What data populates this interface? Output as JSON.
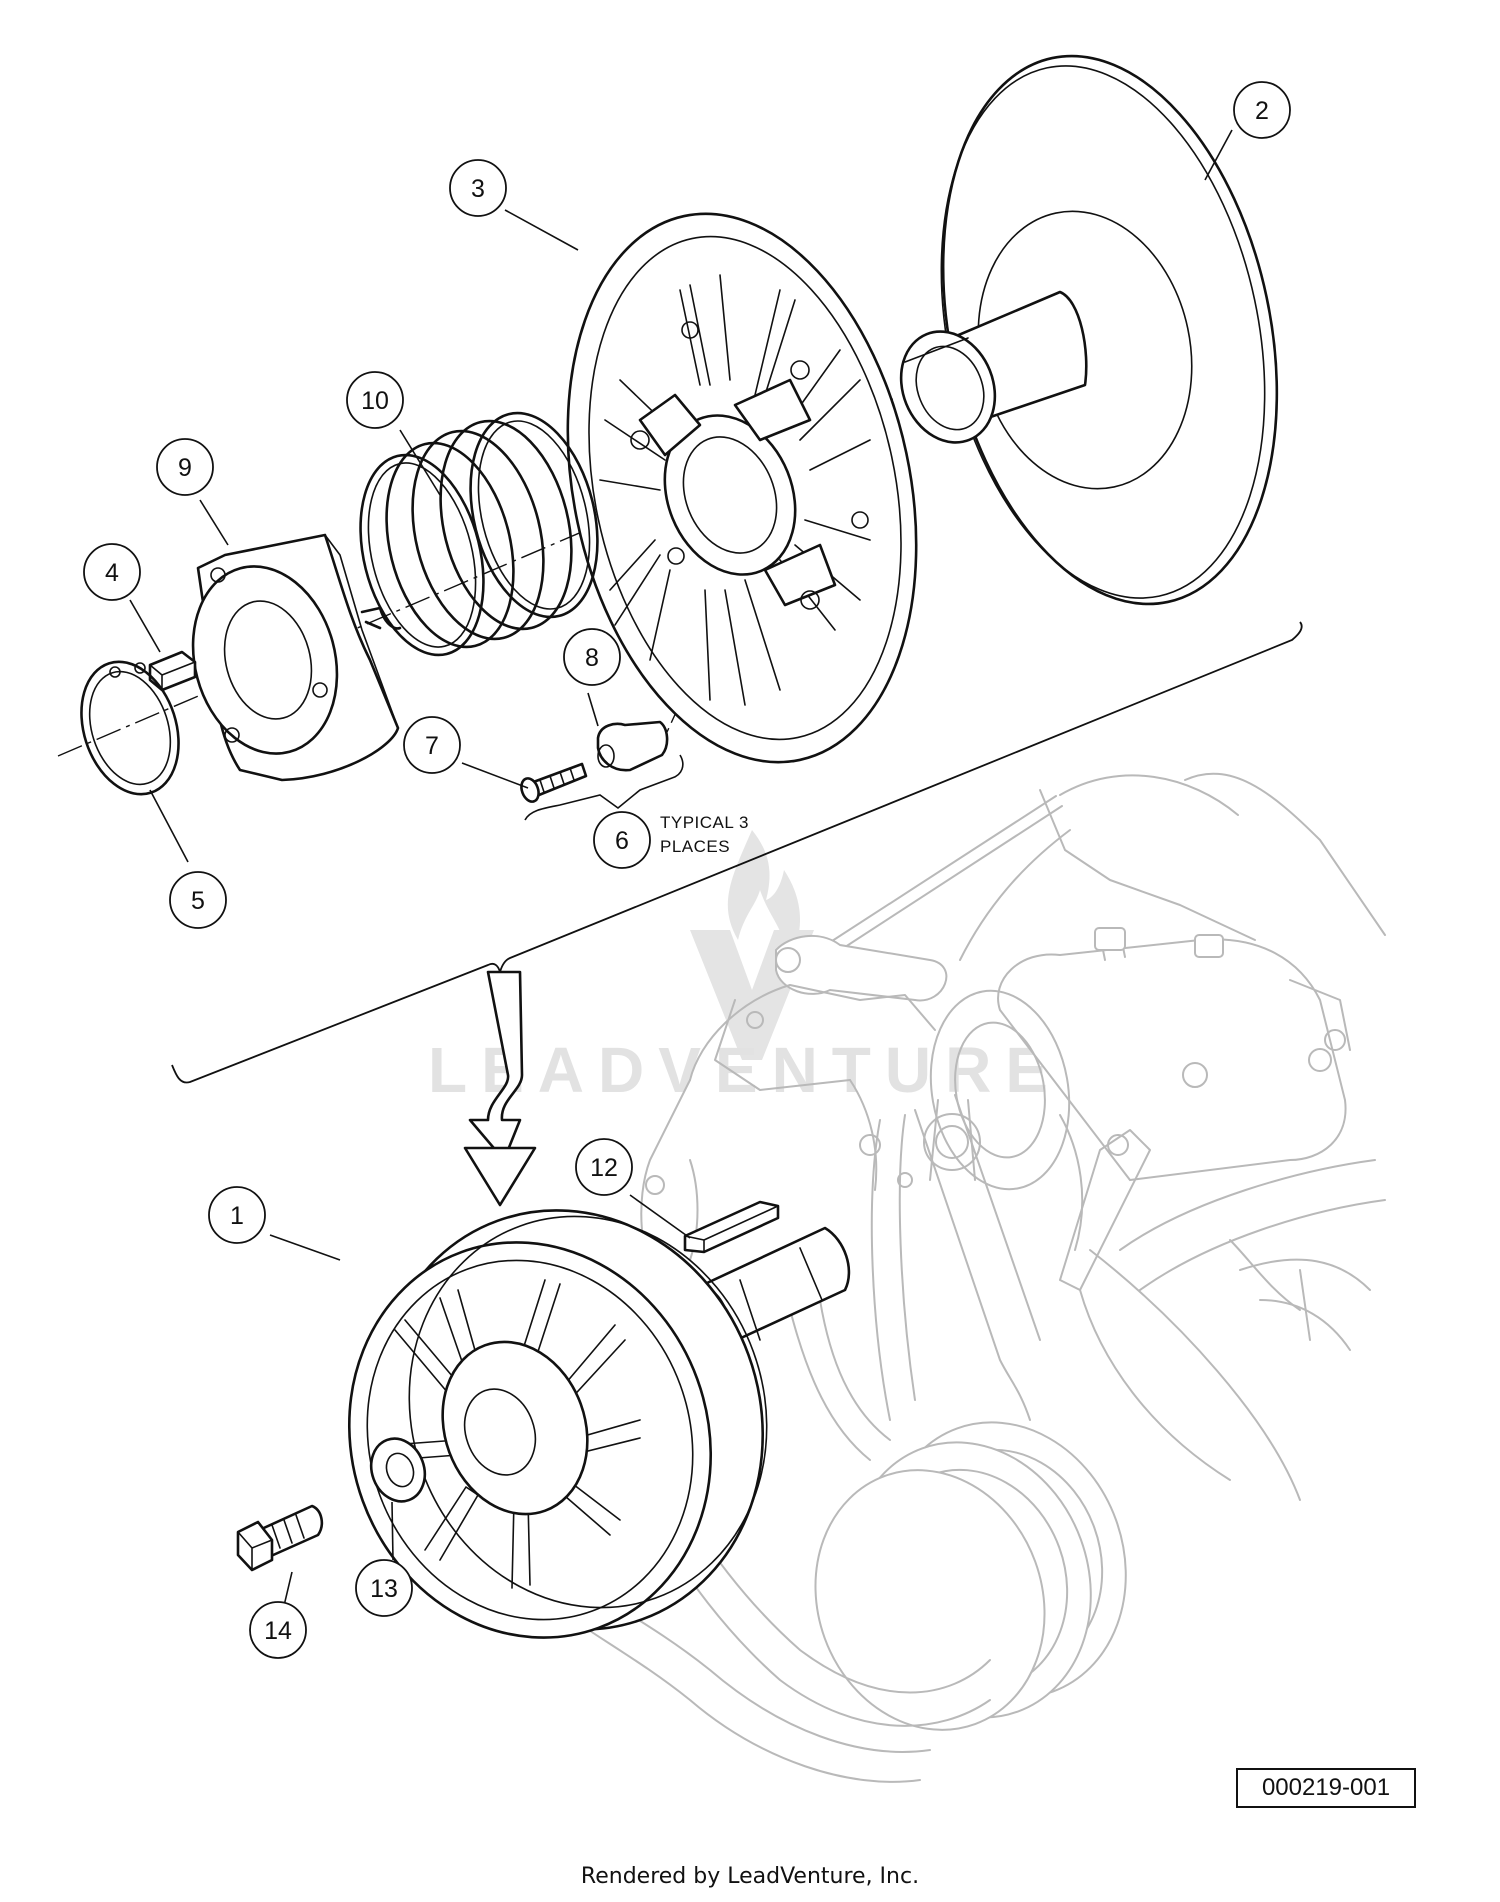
{
  "diagram": {
    "drawing_number": "000219-001",
    "footer_credit": "Rendered by LeadVenture, Inc.",
    "watermark_text": "LEADVENTURE",
    "note": {
      "line1": "TYPICAL 3",
      "line2": "PLACES"
    },
    "callouts": [
      {
        "id": "callout-1",
        "label": "1"
      },
      {
        "id": "callout-2",
        "label": "2"
      },
      {
        "id": "callout-3",
        "label": "3"
      },
      {
        "id": "callout-4",
        "label": "4"
      },
      {
        "id": "callout-5",
        "label": "5"
      },
      {
        "id": "callout-6",
        "label": "6"
      },
      {
        "id": "callout-7",
        "label": "7"
      },
      {
        "id": "callout-8",
        "label": "8"
      },
      {
        "id": "callout-9",
        "label": "9"
      },
      {
        "id": "callout-10",
        "label": "10"
      },
      {
        "id": "callout-12",
        "label": "12"
      },
      {
        "id": "callout-13",
        "label": "13"
      },
      {
        "id": "callout-14",
        "label": "14"
      }
    ]
  }
}
